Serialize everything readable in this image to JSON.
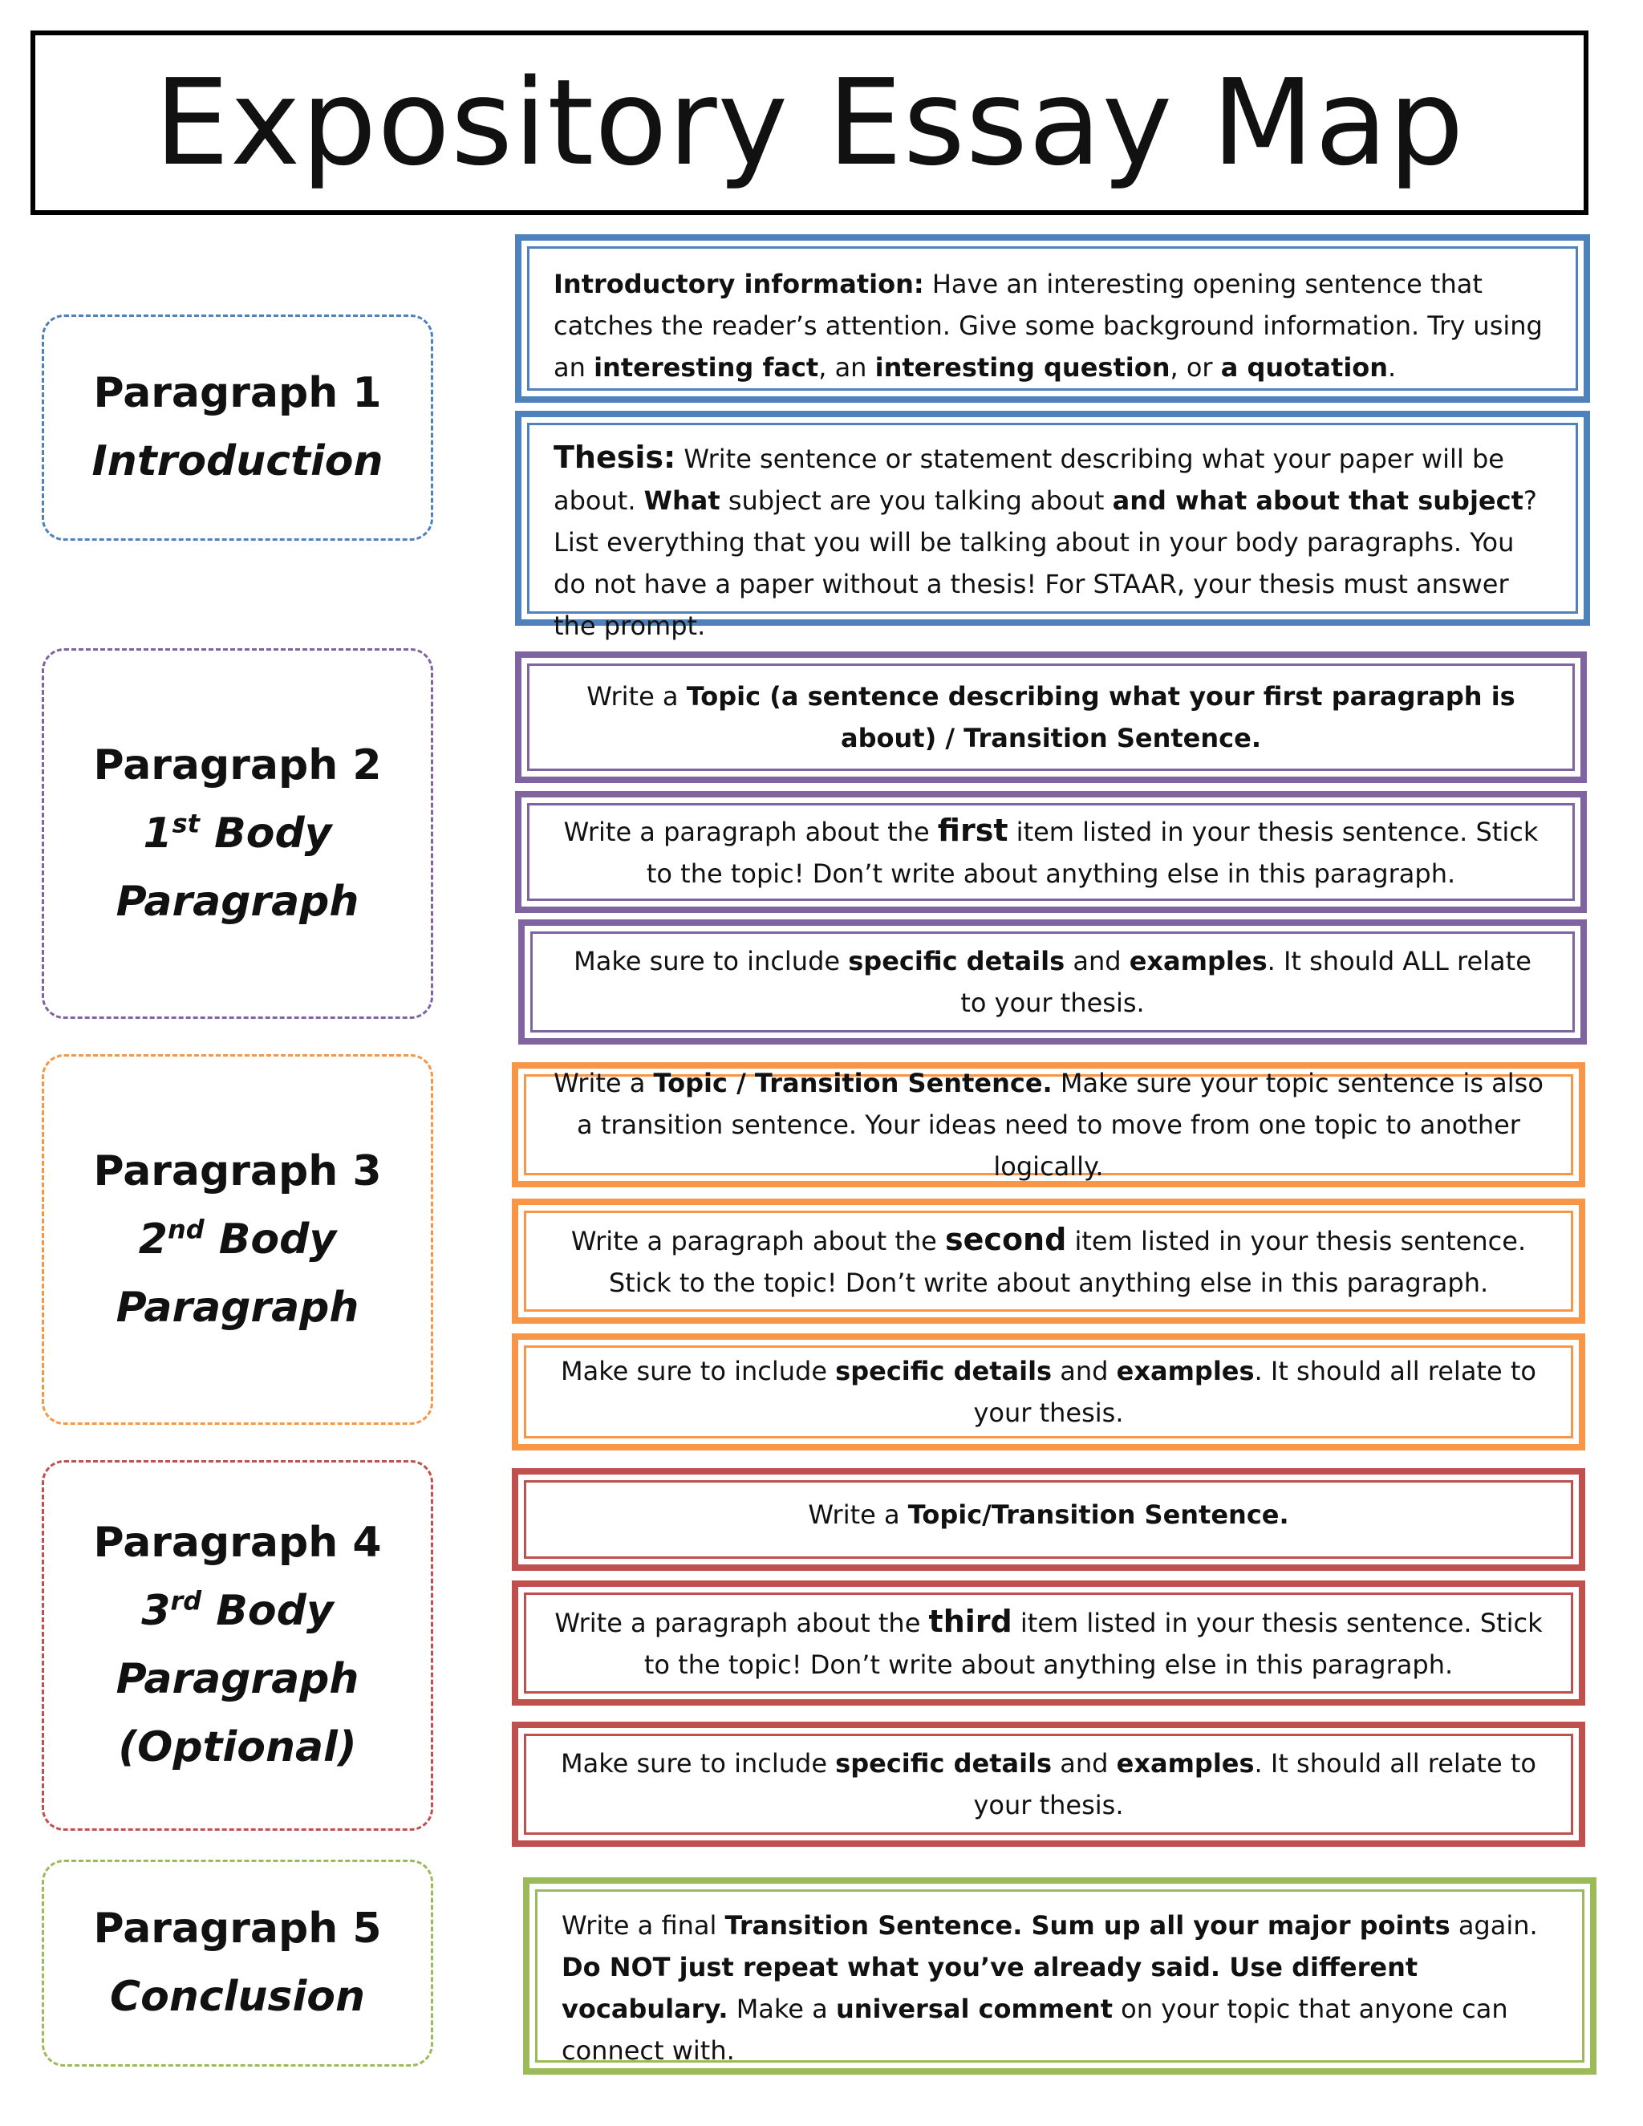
{
  "title": "Expository Essay Map",
  "colors": {
    "blue": "#4F81BD",
    "purple": "#8064A2",
    "orange": "#F79646",
    "red": "#C0504D",
    "green": "#9BBB59"
  },
  "sections": [
    {
      "line1": "Paragraph 1",
      "line2": "Introduction"
    },
    {
      "line1": "Paragraph 2",
      "ordinal": "1",
      "sup": "st",
      "line2": "Body",
      "line3": "Paragraph"
    },
    {
      "line1": "Paragraph 3",
      "ordinal": "2",
      "sup": "nd",
      "line2": "Body",
      "line3": "Paragraph"
    },
    {
      "line1": "Paragraph 4",
      "ordinal": "3",
      "sup": "rd",
      "line2": "Body",
      "line3": "Paragraph",
      "line4": "(Optional)"
    },
    {
      "line1": "Paragraph 5",
      "line2": "Conclusion"
    }
  ],
  "cards": {
    "intro_info": {
      "b1": "Introductory information:",
      "t1": " Have an interesting opening sentence that catches the reader’s attention. Give some background information. Try using an ",
      "b2": "interesting fact",
      "t2": ", an ",
      "b3": "interesting question",
      "t3": ", or ",
      "b4": "a quotation",
      "t4": "."
    },
    "thesis": {
      "b1": "Thesis:",
      "t1": " Write sentence or statement describing what your paper will be about. ",
      "b2": "What",
      "t2": " subject are you talking about ",
      "b3": "and what about that subject",
      "t3": "? List everything that you will be talking about in your body paragraphs. You do not have a paper without a thesis! For STAAR, your thesis must answer the prompt."
    },
    "p2_topic": {
      "t1": "Write a ",
      "b1": "Topic (a sentence describing what your first paragraph is about) / Transition Sentence."
    },
    "p2_body": {
      "t1": "Write a paragraph about the ",
      "b1": "first",
      "t2": " item listed in your thesis sentence. Stick to the topic! Don’t write about anything else in this paragraph."
    },
    "p2_details": {
      "t1": "Make sure to include ",
      "b1": "specific details",
      "t2": " and ",
      "b2": "examples",
      "t3": ". It should ALL relate to your thesis."
    },
    "p3_topic": {
      "t1": "Write a ",
      "b1": "Topic / Transition Sentence.",
      "t2": " Make sure your topic sentence is also a transition sentence. Your ideas need to move from one topic to another logically."
    },
    "p3_body": {
      "t1": "Write a paragraph about the ",
      "b1": "second",
      "t2": " item listed in your thesis sentence. Stick to the topic! Don’t write about anything else in this paragraph."
    },
    "p3_details": {
      "t1": "Make sure to include ",
      "b1": "specific details",
      "t2": " and ",
      "b2": "examples",
      "t3": ". It should all relate to your thesis."
    },
    "p4_topic": {
      "t1": "Write a ",
      "b1": "Topic/Transition Sentence."
    },
    "p4_body": {
      "t1": "Write a paragraph about the ",
      "b1": "third",
      "t2": " item listed in your thesis sentence. Stick to the topic! Don’t write about anything else in this paragraph."
    },
    "p4_details": {
      "t1": "Make sure to include ",
      "b1": "specific details",
      "t2": " and ",
      "b2": "examples",
      "t3": ". It should all relate to your thesis."
    },
    "conclusion": {
      "t1": "Write a final ",
      "b1": "Transition Sentence. Sum up all your major points",
      "t2": " again. ",
      "b2": "Do NOT just repeat what you’ve already said. Use different vocabulary.",
      "t3": " Make a ",
      "b3": "universal comment",
      "t4": " on your topic that anyone can connect with."
    }
  }
}
